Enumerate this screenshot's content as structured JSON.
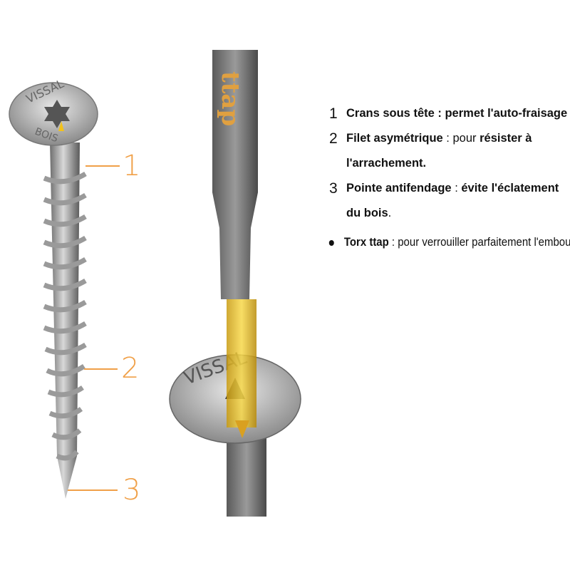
{
  "illustration": {
    "brand_head_text": "VISSAL BOIS",
    "bit_brand_text": "ttap",
    "accent_color": "#f0a048",
    "bit_highlight_color": "#f2c21a",
    "callouts": [
      "1",
      "2",
      "3"
    ]
  },
  "features": [
    {
      "number": "1",
      "title": "Crans sous tête",
      "sep": " : ",
      "text": "permet l'auto-fraisage",
      "text_bold": true
    },
    {
      "number": "2",
      "title": "Filet asymétrique",
      "sep": " : pour ",
      "text": "résister à l'arrachement.",
      "text_bold": true
    },
    {
      "number": "3",
      "title": "Pointe antifendage",
      "sep": " : ",
      "text": "évite l'éclatement du bois",
      "tail": ".",
      "text_bold": true
    }
  ],
  "bullet": {
    "title": "Torx ttap",
    "text": " : pour verrouiller parfaitement l'embout."
  }
}
